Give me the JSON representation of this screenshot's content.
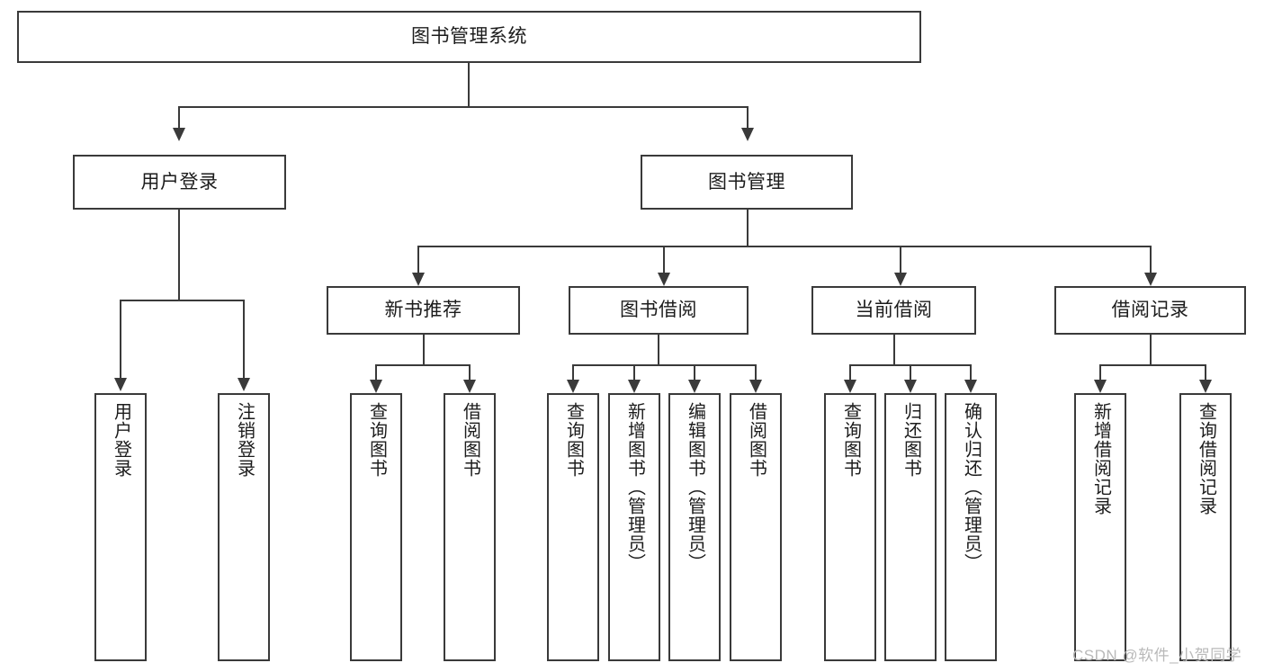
{
  "diagram": {
    "type": "tree-hierarchy-chart",
    "title": "图书管理系统",
    "watermark": "CSDN @软件_小贺同学",
    "colors": {
      "stroke": "#3a3a3a",
      "fill": "#ffffff",
      "text": "#1c1c1c",
      "watermark": "#b9b9b9"
    },
    "root": {
      "label": "图书管理系统"
    },
    "level1": [
      {
        "label": "用户登录"
      },
      {
        "label": "图书管理"
      }
    ],
    "level2": [
      {
        "label": "新书推荐"
      },
      {
        "label": "图书借阅"
      },
      {
        "label": "当前借阅"
      },
      {
        "label": "借阅记录"
      }
    ],
    "leaves": {
      "user_login": [
        {
          "label": "用户登录"
        },
        {
          "label": "注销登录"
        }
      ],
      "new_book_recommend": [
        {
          "label": "查询图书"
        },
        {
          "label": "借阅图书"
        }
      ],
      "book_borrow": [
        {
          "label": "查询图书"
        },
        {
          "label": "新增图书（管理员）"
        },
        {
          "label": "编辑图书（管理员）"
        },
        {
          "label": "借阅图书"
        }
      ],
      "current_borrow": [
        {
          "label": "查询图书"
        },
        {
          "label": "归还图书"
        },
        {
          "label": "确认归还（管理员）"
        }
      ],
      "borrow_record": [
        {
          "label": "新增借阅记录"
        },
        {
          "label": "查询借阅记录"
        }
      ]
    }
  }
}
